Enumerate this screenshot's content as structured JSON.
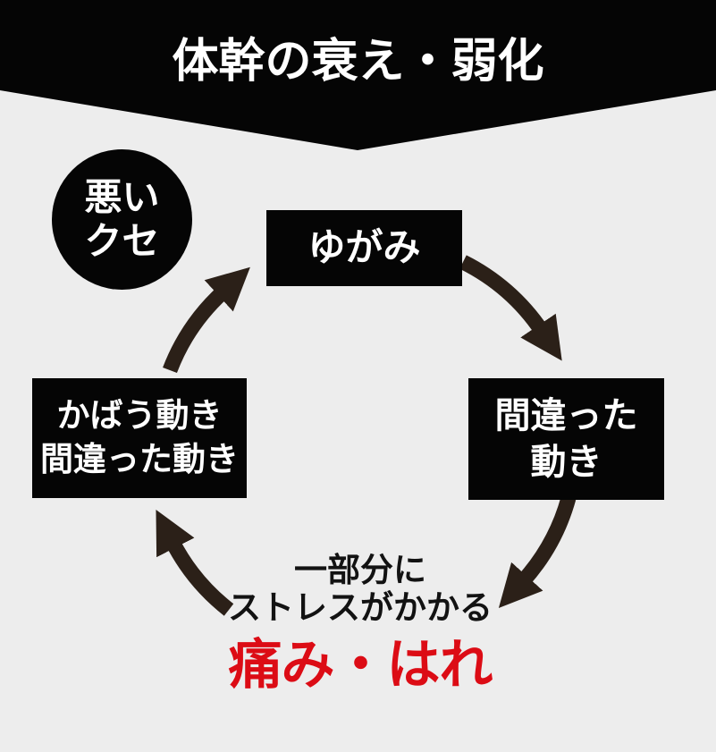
{
  "banner": {
    "title": "体幹の衰え・弱化"
  },
  "badge": {
    "line1": "悪い",
    "line2": "クセ"
  },
  "cycle": {
    "top_box": {
      "label": "ゆがみ"
    },
    "right_box": {
      "line1": "間違った",
      "line2": "動き"
    },
    "left_box": {
      "line1": "かばう動き",
      "line2": "間違った動き"
    }
  },
  "bottom": {
    "line1": "一部分に",
    "line2": "ストレスがかかる",
    "result": "痛み・はれ"
  },
  "colors": {
    "background": "#ededed",
    "panel_black": "#050505",
    "text_on_black": "#ffffff",
    "arrow": "#2b2018",
    "body_text": "#121212",
    "accent_red": "#dc0c15"
  }
}
